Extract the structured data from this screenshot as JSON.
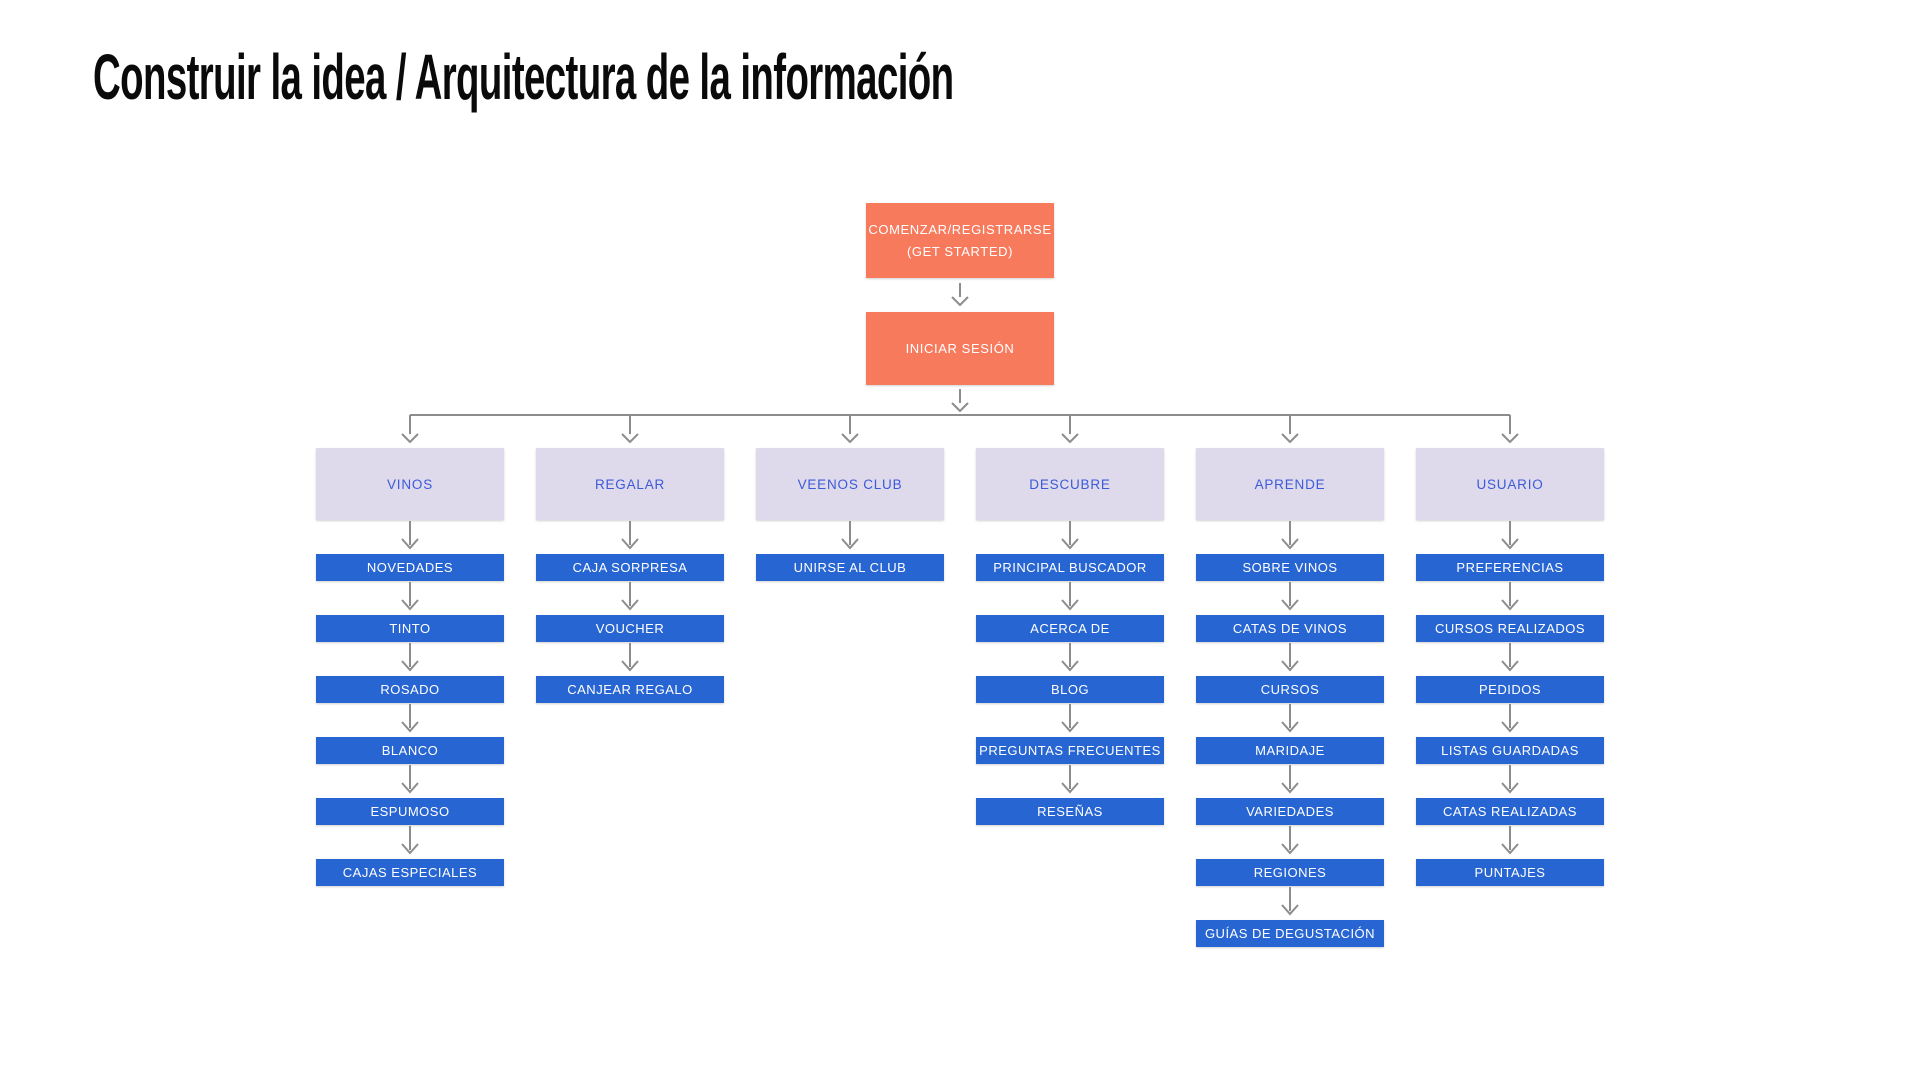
{
  "page": {
    "title": "Construir la idea / Arquitectura de la información"
  },
  "colors": {
    "orange": "#F87A5C",
    "blue": "#2765D3",
    "lavender": "#DFD9EC",
    "header_text": "#3B5BD8",
    "child_text": "#FFFFFF",
    "arrow": "#8C8C8C",
    "title": "#0A0A0A",
    "background": "#FFFFFF"
  },
  "flow": {
    "start": {
      "line1": "COMENZAR/REGISTRARSE",
      "line2": "(GET STARTED)"
    },
    "login": {
      "label": "INICIAR SESIÓN"
    },
    "columns": [
      {
        "header": "VINOS",
        "children": [
          "NOVEDADES",
          "TINTO",
          "ROSADO",
          "BLANCO",
          "ESPUMOSO",
          "CAJAS ESPECIALES"
        ]
      },
      {
        "header": "REGALAR",
        "children": [
          "CAJA SORPRESA",
          "VOUCHER",
          "CANJEAR REGALO"
        ]
      },
      {
        "header": "VEENOS CLUB",
        "children": [
          "UNIRSE AL CLUB"
        ]
      },
      {
        "header": "DESCUBRE",
        "children": [
          "PRINCIPAL BUSCADOR",
          "ACERCA DE",
          "BLOG",
          "PREGUNTAS FRECUENTES",
          "RESEÑAS"
        ]
      },
      {
        "header": "APRENDE",
        "children": [
          "SOBRE VINOS",
          "CATAS DE VINOS",
          "CURSOS",
          "MARIDAJE",
          "VARIEDADES",
          "REGIONES",
          "GUÍAS DE DEGUSTACIÓN"
        ]
      },
      {
        "header": "USUARIO",
        "children": [
          "PREFERENCIAS",
          "CURSOS REALIZADOS",
          "PEDIDOS",
          "LISTAS GUARDADAS",
          "CATAS REALIZADAS",
          "PUNTAJES"
        ]
      }
    ]
  }
}
